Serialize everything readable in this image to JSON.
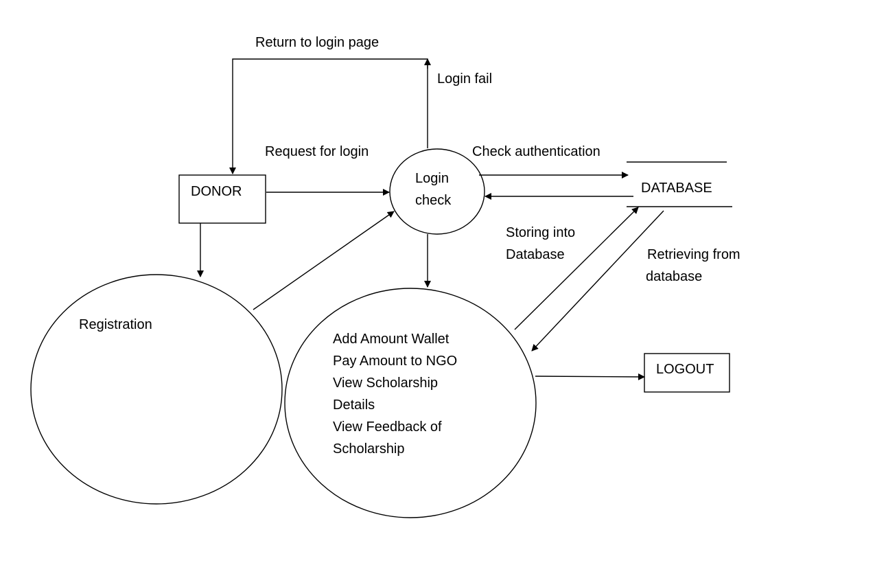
{
  "nodes": {
    "donor": {
      "label": "DONOR"
    },
    "login_check": {
      "label_lines": [
        "Login",
        "check"
      ]
    },
    "database": {
      "label": "DATABASE"
    },
    "registration": {
      "label": "Registration"
    },
    "donor_actions": {
      "label_lines": [
        "Add Amount Wallet",
        "Pay Amount to NGO",
        "View Scholarship",
        "Details",
        "View Feedback of",
        "Scholarship"
      ]
    },
    "logout": {
      "label": "LOGOUT"
    }
  },
  "flows": {
    "return_to_login": "Return to login page",
    "login_fail": "Login fail",
    "request_for_login": "Request for login",
    "check_authentication": "Check authentication",
    "storing_into_database": [
      "Storing into",
      "Database"
    ],
    "retrieving_from_database": [
      "Retrieving from",
      "database"
    ]
  }
}
